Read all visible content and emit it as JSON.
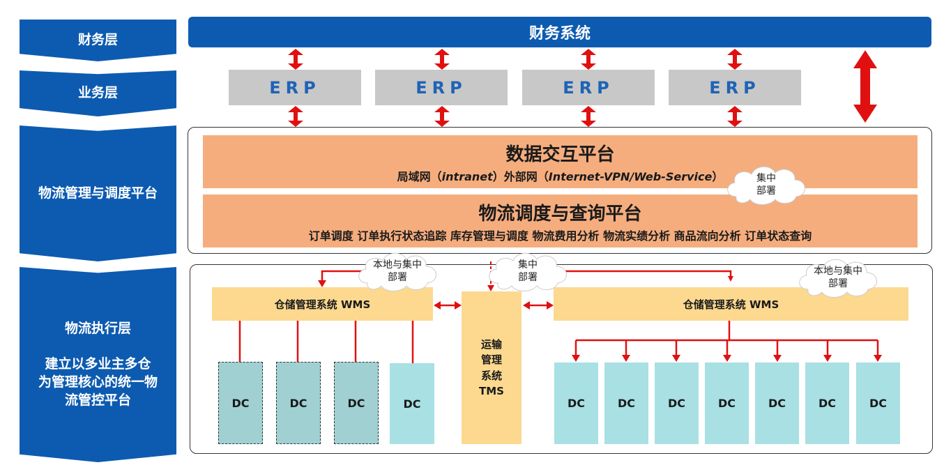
{
  "layers": {
    "finance": "财务层",
    "business": "业务层",
    "logistics_platform": "物流管理与调度平台",
    "execution": "物流执行层",
    "execution_sub": [
      "建立以多业主多仓",
      "为管理核心的统一物",
      "流管控平台"
    ]
  },
  "finance_system": "财务系统",
  "erp_boxes": [
    "ERP",
    "ERP",
    "ERP",
    "ERP"
  ],
  "data_platform": {
    "title": "数据交互平台",
    "subtitle_prefix": "局域网（",
    "intranet": "intranet",
    "subtitle_mid": "）外部网（",
    "internet": "Internet-VPN/Web-Service",
    "subtitle_suffix": "）"
  },
  "dispatch_platform": {
    "title": "物流调度与查询平台",
    "functions": "订单调度 订单执行状态追踪 库存管理与调度  物流费用分析 物流实绩分析 商品流向分析  订单状态查询"
  },
  "clouds": {
    "central_top": [
      "集中",
      "部署"
    ],
    "local_left": [
      "本地与集中",
      "部署"
    ],
    "central_mid": [
      "集中",
      "部署"
    ],
    "local_right": [
      "本地与集中",
      "部署"
    ]
  },
  "wms_left": "仓储管理系统 WMS",
  "wms_right": "仓储管理系统  WMS",
  "tms": [
    "运输",
    "管理",
    "系统",
    "TMS"
  ],
  "dc_label": "DC",
  "colors": {
    "blue": "#0d5bb0",
    "erp_gray": "#c8c8c8",
    "orange": "#f5ad7e",
    "wms_yellow": "#fcd98f",
    "dc_cyan": "#a8e0e4",
    "arrow_red": "#e01010"
  }
}
